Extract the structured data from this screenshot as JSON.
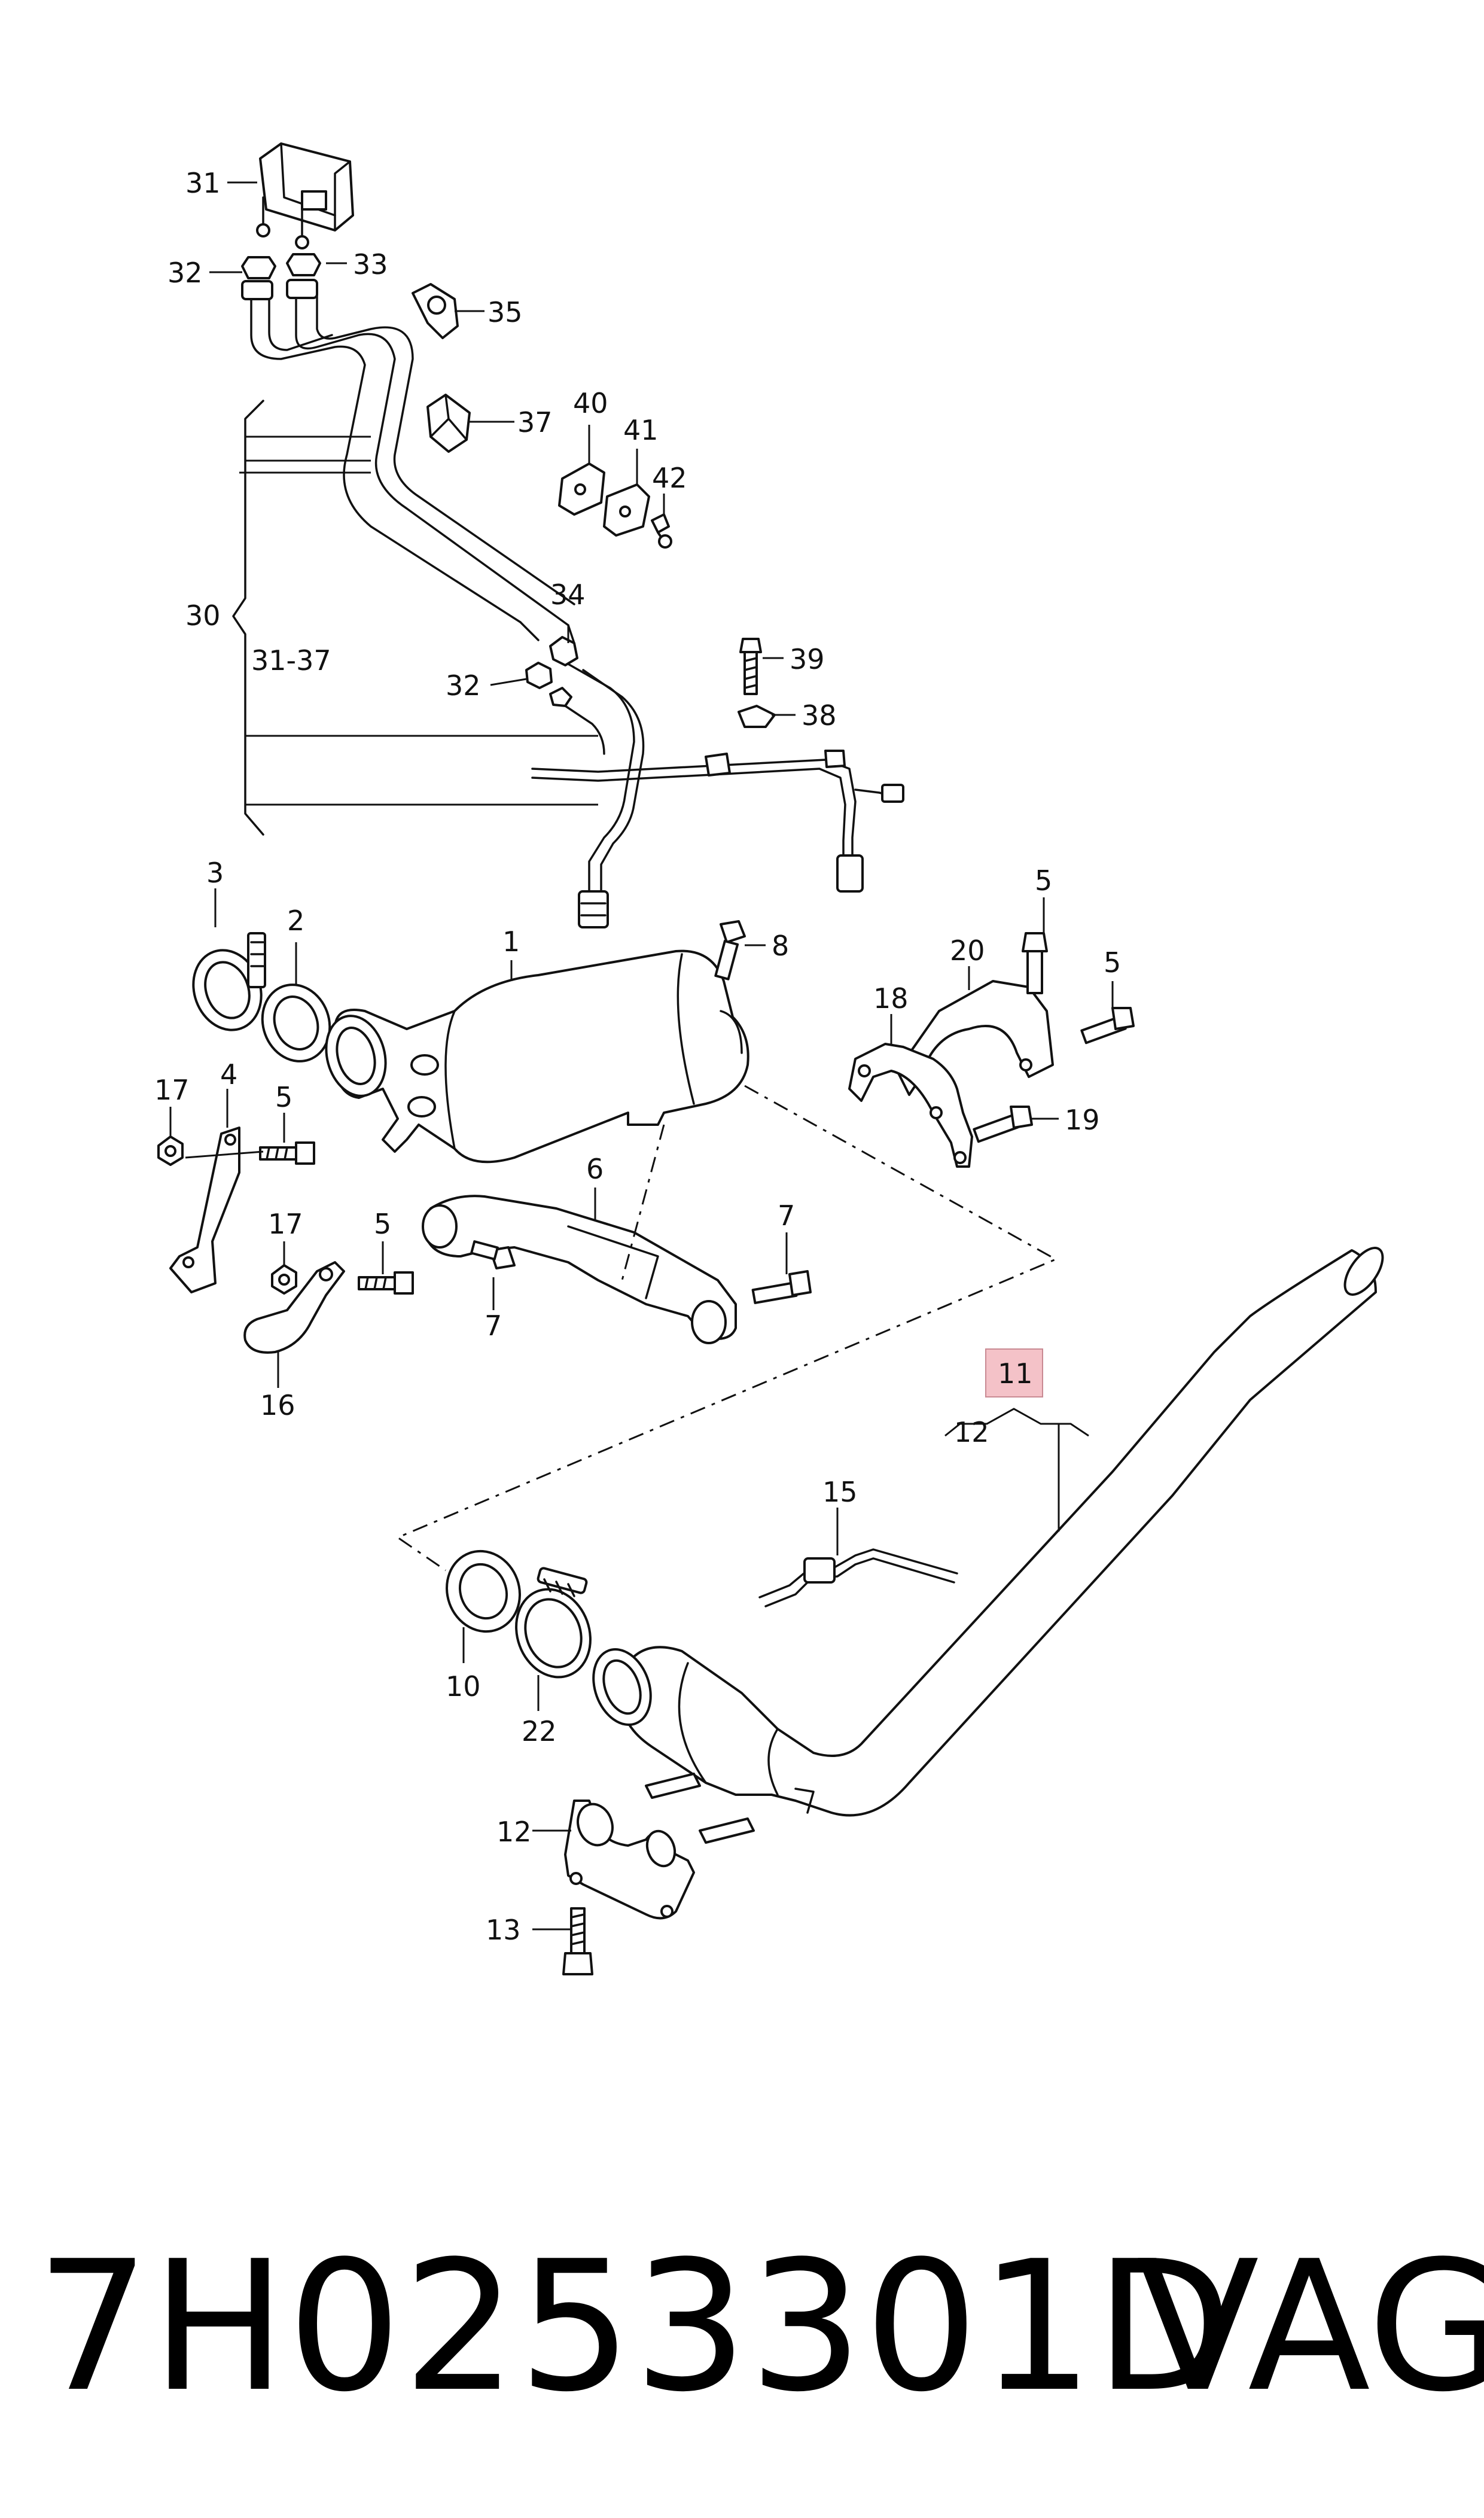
{
  "callouts": {
    "c1": "1",
    "c2": "2",
    "c3": "3",
    "c4": "4",
    "c5a": "5",
    "c5b": "5",
    "c5c": "5",
    "c5d": "5",
    "c6": "6",
    "c7a": "7",
    "c7b": "7",
    "c8": "8",
    "c10": "10",
    "c11": "11",
    "c12a": "12",
    "c12b": "12",
    "c13": "13",
    "c15": "15",
    "c16": "16",
    "c17a": "17",
    "c17b": "17",
    "c18": "18",
    "c19": "19",
    "c20": "20",
    "c22": "22",
    "c30": "30",
    "c31": "31",
    "c31_37": "31-37",
    "c32a": "32",
    "c32b": "32",
    "c33": "33",
    "c34": "34",
    "c35": "35",
    "c37": "37",
    "c38": "38",
    "c39": "39",
    "c40": "40",
    "c41": "41",
    "c42": "42"
  },
  "highlight_color": "#f4c2c8",
  "part_number": "7H0253301D",
  "brand": "VAG"
}
